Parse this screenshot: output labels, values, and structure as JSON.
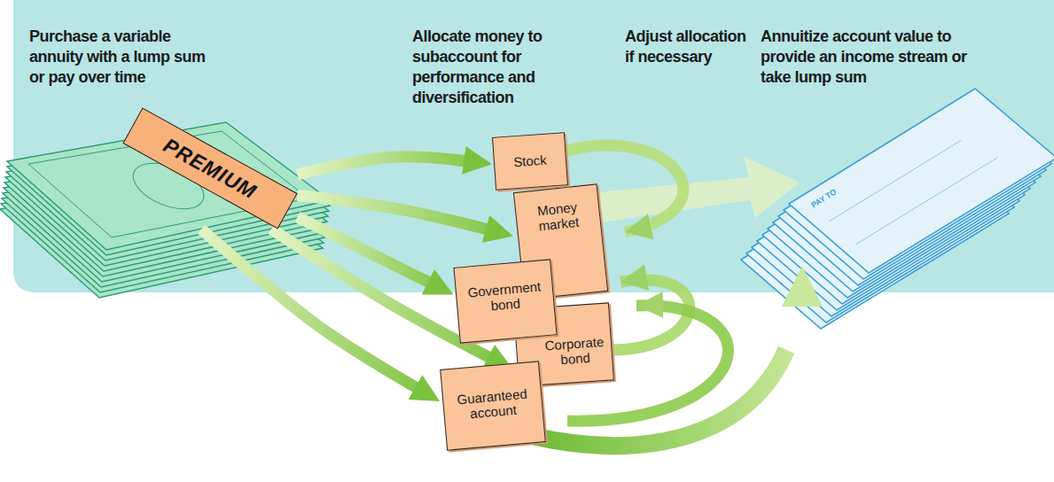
{
  "diagram": {
    "nodes": [
      {
        "text": [
          "PREMIUM"
        ]
      },
      {
        "text": [
          "Stock"
        ]
      },
      {
        "text": [
          "Money market"
        ]
      },
      {
        "text": [
          "Government bond"
        ]
      },
      {
        "text": [
          "Corporate bond"
        ]
      },
      {
        "text": [
          "Guaranteed account"
        ]
      }
    ],
    "edges": [
      {
        "from": 0,
        "to": 1,
        "arrow": "to"
      },
      {
        "from": 0,
        "to": 2,
        "arrow": "to"
      },
      {
        "from": 0,
        "to": 3,
        "arrow": "to"
      },
      {
        "from": 0,
        "to": 4,
        "arrow": "to"
      },
      {
        "from": 0,
        "to": 5,
        "arrow": "to"
      }
    ],
    "labels": [
      "Purchase a variable annuity with a lump sum or pay over time",
      "Allocate money to subaccount for performance and diversification",
      "Adjust allocation if necessary",
      "Annuitize account value to provide an income stream or take lump sum",
      "PAY TO"
    ]
  }
}
